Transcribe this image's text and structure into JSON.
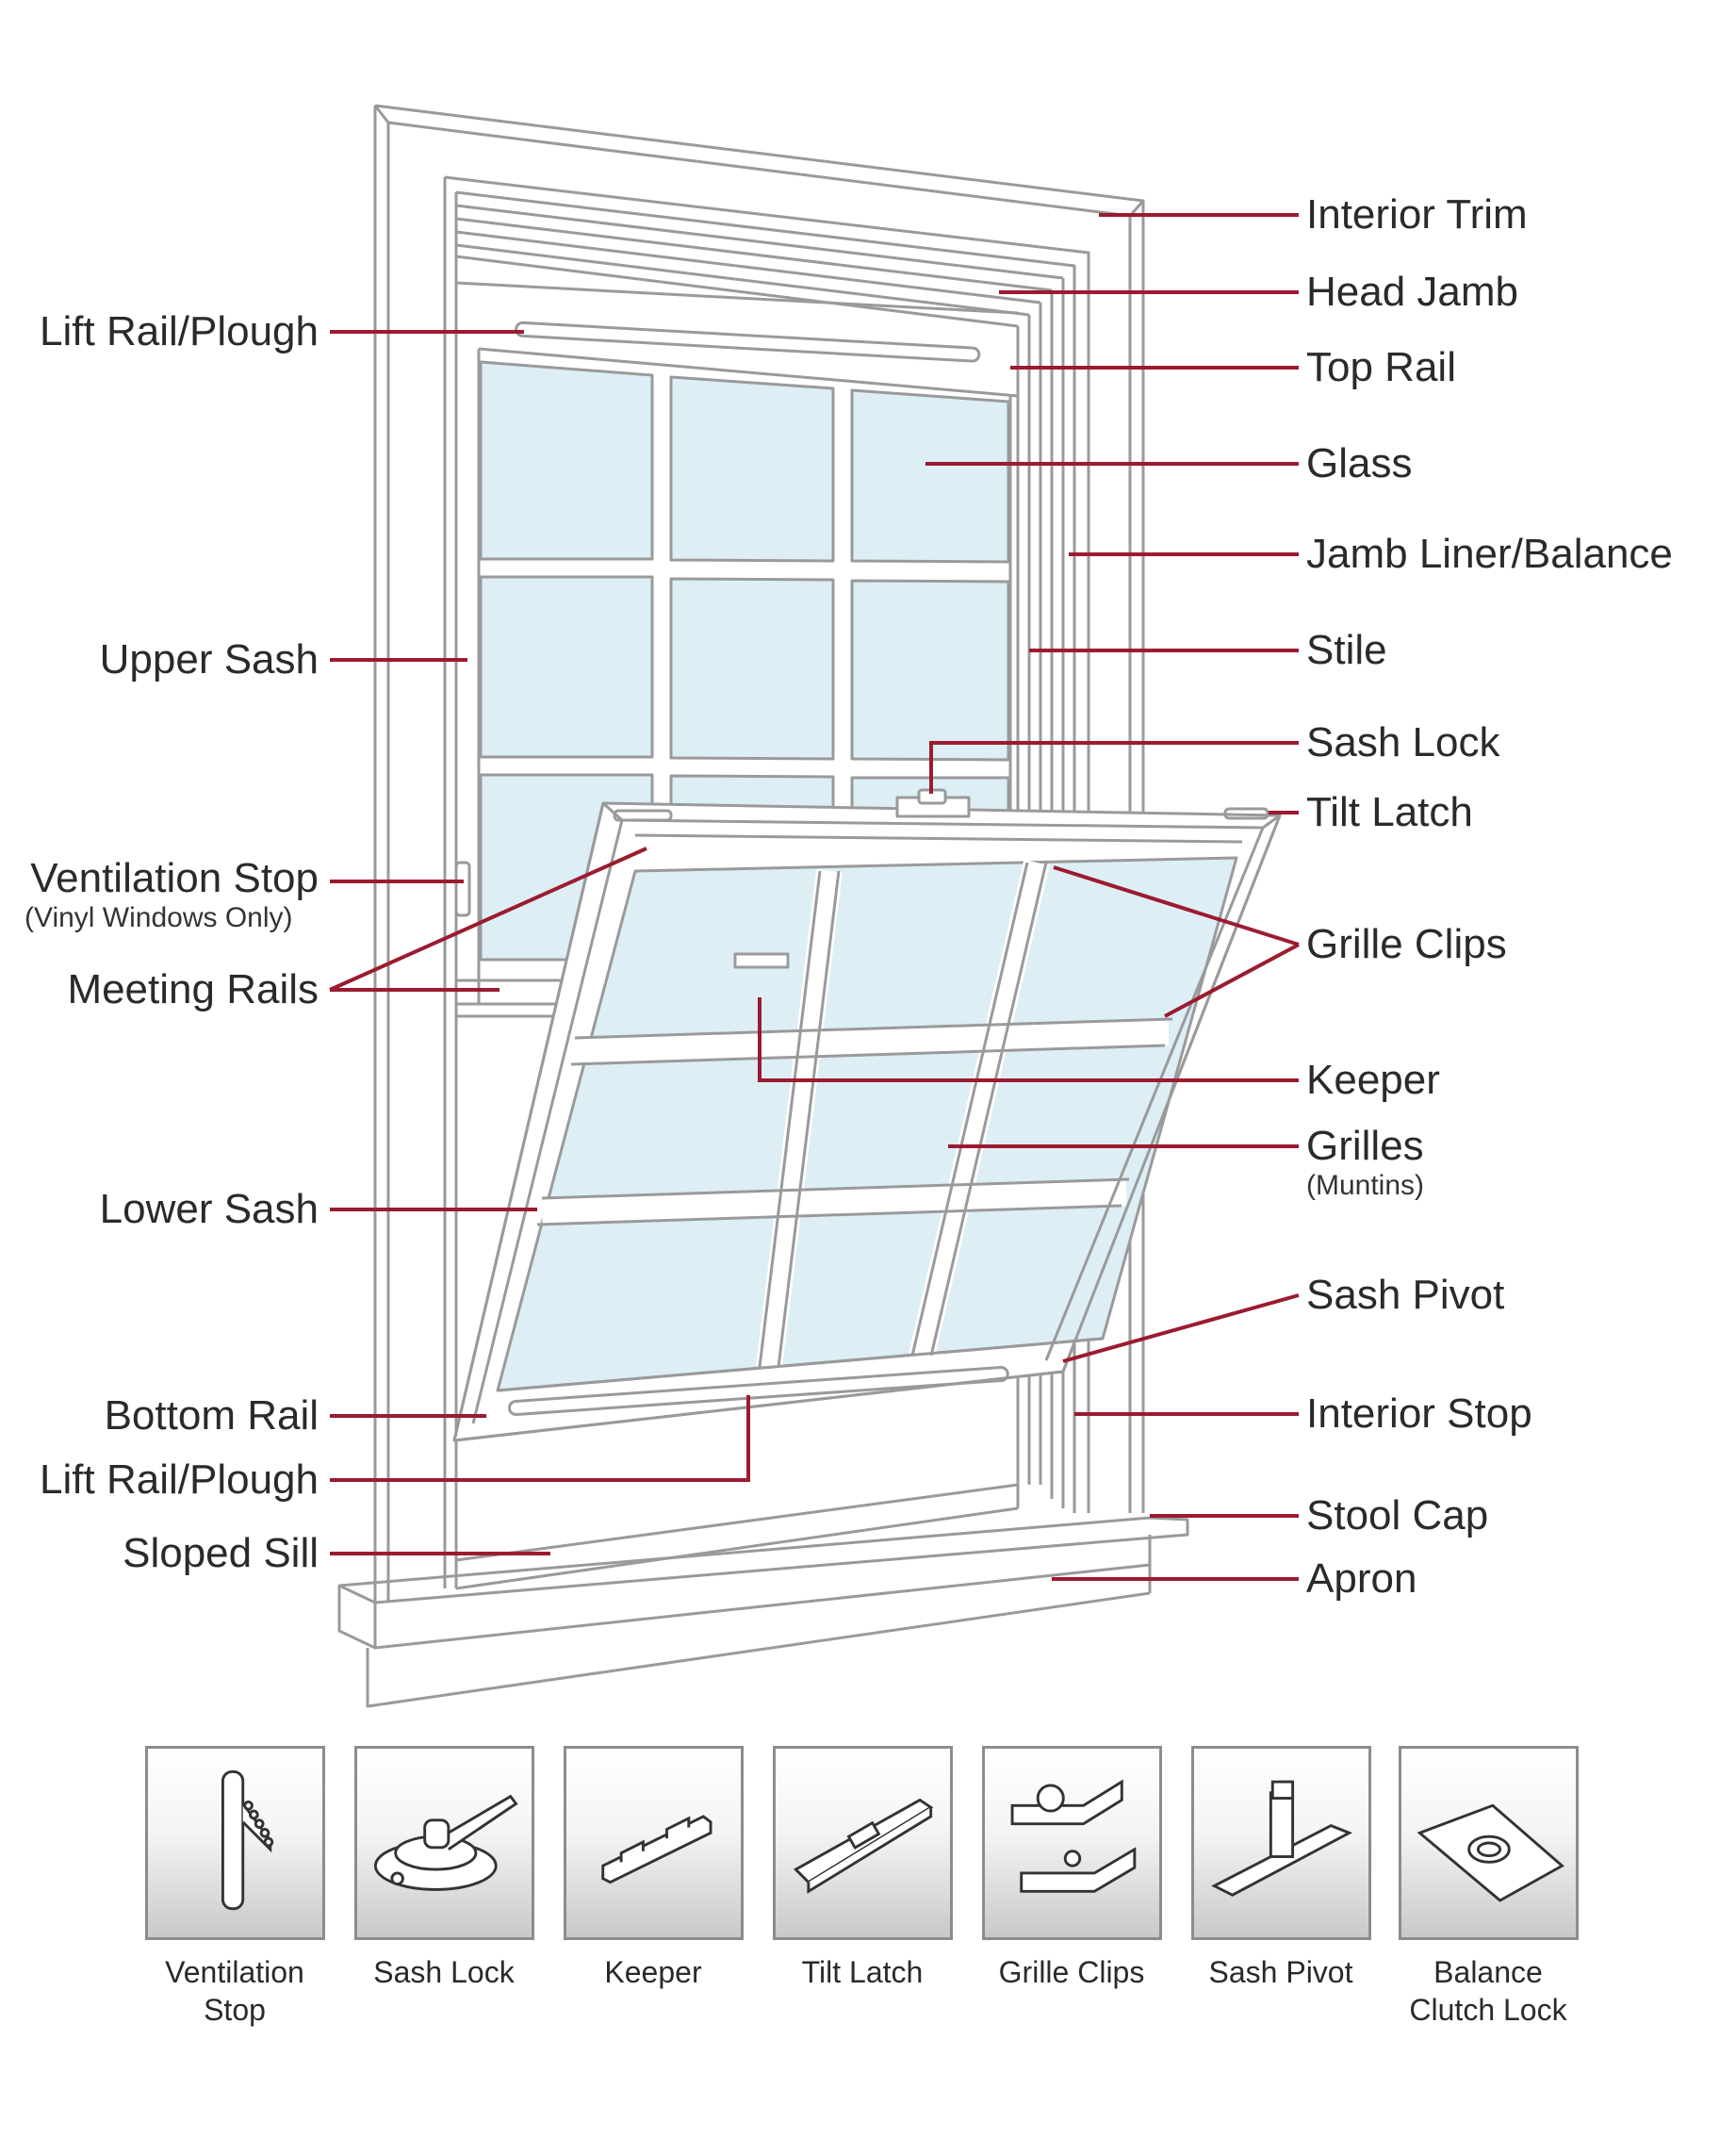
{
  "colors": {
    "leader_line": "#9b1b30",
    "frame_stroke": "#9a9a9a",
    "glass_fill": "#ddeef5",
    "text": "#2a2a2a"
  },
  "labels_right": {
    "interior_trim": "Interior Trim",
    "head_jamb": "Head Jamb",
    "top_rail": "Top Rail",
    "glass": "Glass",
    "jamb_liner_balance": "Jamb Liner/Balance",
    "stile": "Stile",
    "sash_lock": "Sash Lock",
    "tilt_latch": "Tilt Latch",
    "grille_clips": "Grille Clips",
    "keeper": "Keeper",
    "grilles": "Grilles",
    "grilles_note": "(Muntins)",
    "sash_pivot": "Sash Pivot",
    "interior_stop": "Interior Stop",
    "stool_cap": "Stool Cap",
    "apron": "Apron"
  },
  "labels_left": {
    "lift_rail_plough_top": "Lift Rail/Plough",
    "upper_sash": "Upper Sash",
    "ventilation_stop": "Ventilation Stop",
    "ventilation_stop_note": "(Vinyl Windows Only)",
    "meeting_rails": "Meeting Rails",
    "lower_sash": "Lower Sash",
    "bottom_rail": "Bottom Rail",
    "lift_rail_plough_bottom": "Lift Rail/Plough",
    "sloped_sill": "Sloped Sill"
  },
  "hardware": [
    {
      "line1": "Ventilation",
      "line2": "Stop",
      "icon": "ventilation-stop-icon"
    },
    {
      "line1": "Sash Lock",
      "line2": "",
      "icon": "sash-lock-icon"
    },
    {
      "line1": "Keeper",
      "line2": "",
      "icon": "keeper-icon"
    },
    {
      "line1": "Tilt Latch",
      "line2": "",
      "icon": "tilt-latch-icon"
    },
    {
      "line1": "Grille Clips",
      "line2": "",
      "icon": "grille-clips-icon"
    },
    {
      "line1": "Sash Pivot",
      "line2": "",
      "icon": "sash-pivot-icon"
    },
    {
      "line1": "Balance",
      "line2": "Clutch Lock",
      "icon": "balance-clutch-lock-icon"
    }
  ]
}
